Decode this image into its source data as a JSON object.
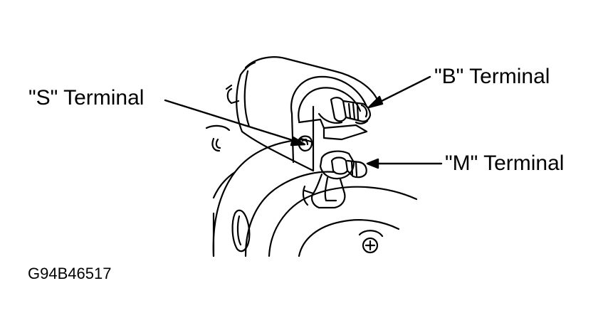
{
  "callouts": {
    "s_terminal": "\"S\" Terminal",
    "b_terminal": "\"B\" Terminal",
    "m_terminal": "\"M\" Terminal"
  },
  "figure_id": "G94B46517",
  "colors": {
    "ink": "#000000",
    "paper": "#ffffff"
  }
}
